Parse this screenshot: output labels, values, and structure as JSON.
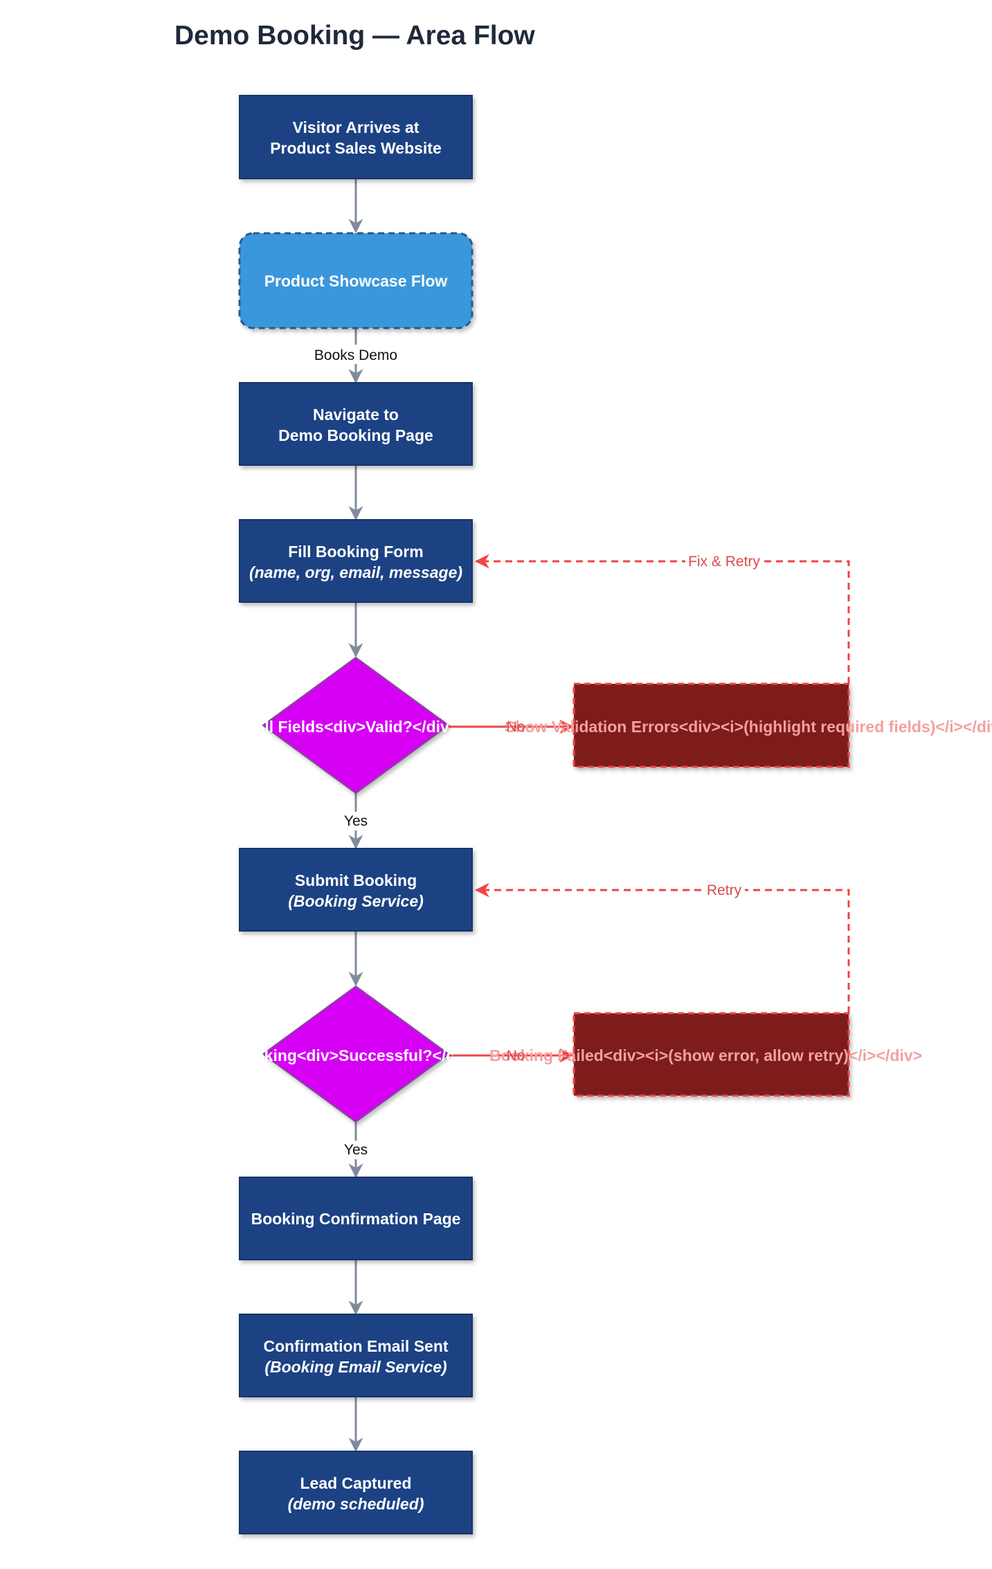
{
  "title": "Demo Booking — Area Flow",
  "colors": {
    "process": "#1c4384",
    "subflow": "#3a97dc",
    "decision": "#d600f5",
    "error": "#7e1c1c",
    "arrow": "#7f8b9b",
    "error_arrow": "#ef4444"
  },
  "nodes": {
    "visitor_arrives": {
      "line1": "Visitor Arrives at",
      "line2": "Product Sales Website"
    },
    "product_showcase": {
      "line1": "Product Showcase Flow"
    },
    "navigate": {
      "line1": "Navigate to",
      "line2": "Demo Booking Page"
    },
    "fill_form": {
      "line1": "Fill Booking Form",
      "line2": "(name, org, email, message)"
    },
    "fields_valid": {
      "line1": "All Fields<div>Valid?</div>"
    },
    "show_errors": {
      "line1": "Show Validation Errors<div><i>(highlight required fields)</i></div>"
    },
    "submit": {
      "line1": "Submit Booking",
      "line2": "(Booking Service)"
    },
    "booking_successful": {
      "line1": "Booking<div>Successful?</div>"
    },
    "booking_failed": {
      "line1": "Booking Failed<div><i>(show error, allow retry)</i></div>"
    },
    "confirmation_page": {
      "line1": "Booking Confirmation Page"
    },
    "email_sent": {
      "line1": "Confirmation Email Sent",
      "line2": "(Booking Email Service)"
    },
    "lead_captured": {
      "line1": "Lead Captured",
      "line2": "(demo scheduled)"
    }
  },
  "edge_labels": {
    "books_demo": "Books Demo",
    "yes_1": "Yes",
    "no_1": "No",
    "fix_retry": "Fix & Retry",
    "yes_2": "Yes",
    "no_2": "No",
    "retry": "Retry"
  }
}
